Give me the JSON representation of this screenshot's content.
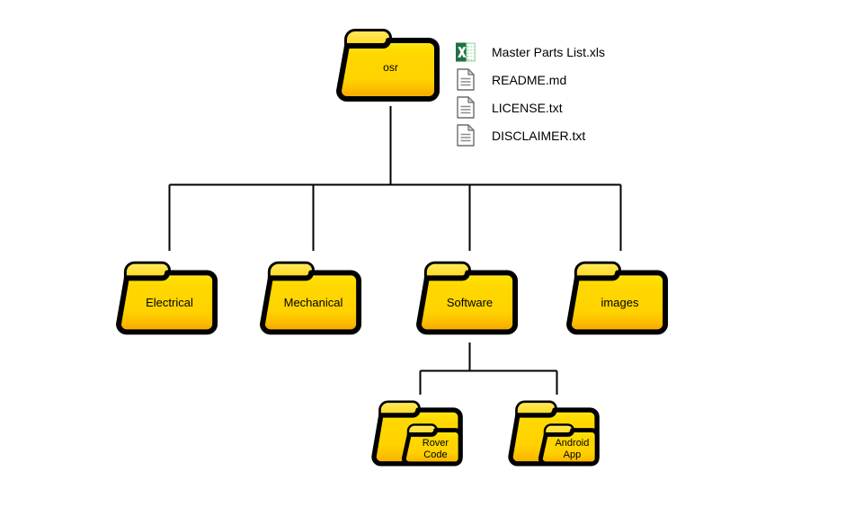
{
  "diagram": {
    "title": "osr repository folder structure",
    "type": "folder-tree",
    "background": "#ffffff",
    "line_color": "#000000",
    "folder_colors": {
      "fill_top": "#ffe600",
      "fill_mid": "#ffd400",
      "fill_bottom": "#f7a800",
      "outline": "#000000"
    },
    "icon_colors": {
      "excel_dark_green": "#1e7145",
      "excel_light_green": "#7bc67b",
      "excel_white": "#ffffff",
      "document_outline": "#6d6d6d",
      "document_fill": "#ffffff",
      "document_lines": "#8d8d8d"
    }
  },
  "root": {
    "label": "osr",
    "icon": "folder-icon"
  },
  "files": [
    {
      "name": "Master Parts List.xls",
      "icon": "excel-file-icon"
    },
    {
      "name": "README.md",
      "icon": "text-file-icon"
    },
    {
      "name": "LICENSE.txt",
      "icon": "text-file-icon"
    },
    {
      "name": "DISCLAIMER.txt",
      "icon": "text-file-icon"
    }
  ],
  "children": [
    {
      "label": "Electrical",
      "icon": "folder-icon"
    },
    {
      "label": "Mechanical",
      "icon": "folder-icon"
    },
    {
      "label": "Software",
      "icon": "folder-icon"
    },
    {
      "label": "images",
      "icon": "folder-icon"
    }
  ],
  "software_children": [
    {
      "label": "Rover\nCode",
      "icon": "nested-folder-icon"
    },
    {
      "label": "Android\nApp",
      "icon": "nested-folder-icon"
    }
  ]
}
